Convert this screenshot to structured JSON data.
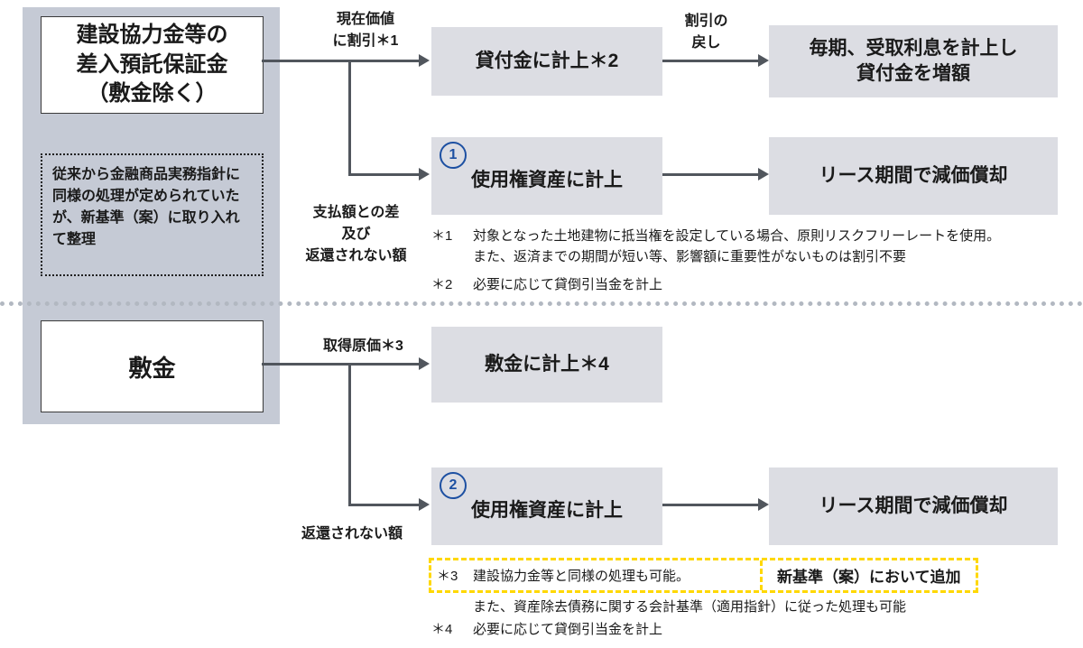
{
  "colors": {
    "panel_bg": "#c5cad5",
    "flow_box_bg": "#dcdde3",
    "arrow": "#51565d",
    "circle_blue": "#1d50a2",
    "highlight_yellow": "#ffd800"
  },
  "top": {
    "source_label": "建設協力金等の\n差入預託保証金\n（敷金除く）",
    "note_text": "従来から金融商品実務指針に同様の処理が定められていたが、新基準（案）に取り入れて整理",
    "arrow1_label": "現在価値\nに割引＊1",
    "loan_box": "貸付金に計上＊2",
    "arrow2_label": "割引の\n戻し",
    "interest_box": "毎期、受取利息を計上し\n貸付金を増額",
    "branch_label": "支払額との差\n及び\n返還されない額",
    "circle_number": "1",
    "rou_box": "使用権資産に計上",
    "depreciation_box": "リース期間で減価償却",
    "footnotes": [
      {
        "marker": "＊1",
        "text": "対象となった土地建物に抵当権を設定している場合、原則リスクフリーレートを使用。\nまた、返済までの期間が短い等、影響額に重要性がないものは割引不要"
      },
      {
        "marker": "＊2",
        "text": "必要に応じて貸倒引当金を計上"
      }
    ]
  },
  "bottom": {
    "source_label": "敷金",
    "arrow1_label": "取得原価＊3",
    "deposit_box": "敷金に計上＊4",
    "branch_label": "返還されない額",
    "circle_number": "2",
    "rou_box": "使用権資産に計上",
    "depreciation_box": "リース期間で減価償却",
    "footnote3_marker": "＊3",
    "footnote3_text": "建設協力金等と同様の処理も可能。",
    "highlight_label": "新基準（案）において追加",
    "footnote3_extra": "また、資産除去債務に関する会計基準（適用指針）に従った処理も可能",
    "footnote4_marker": "＊4",
    "footnote4_text": "必要に応じて貸倒引当金を計上"
  }
}
